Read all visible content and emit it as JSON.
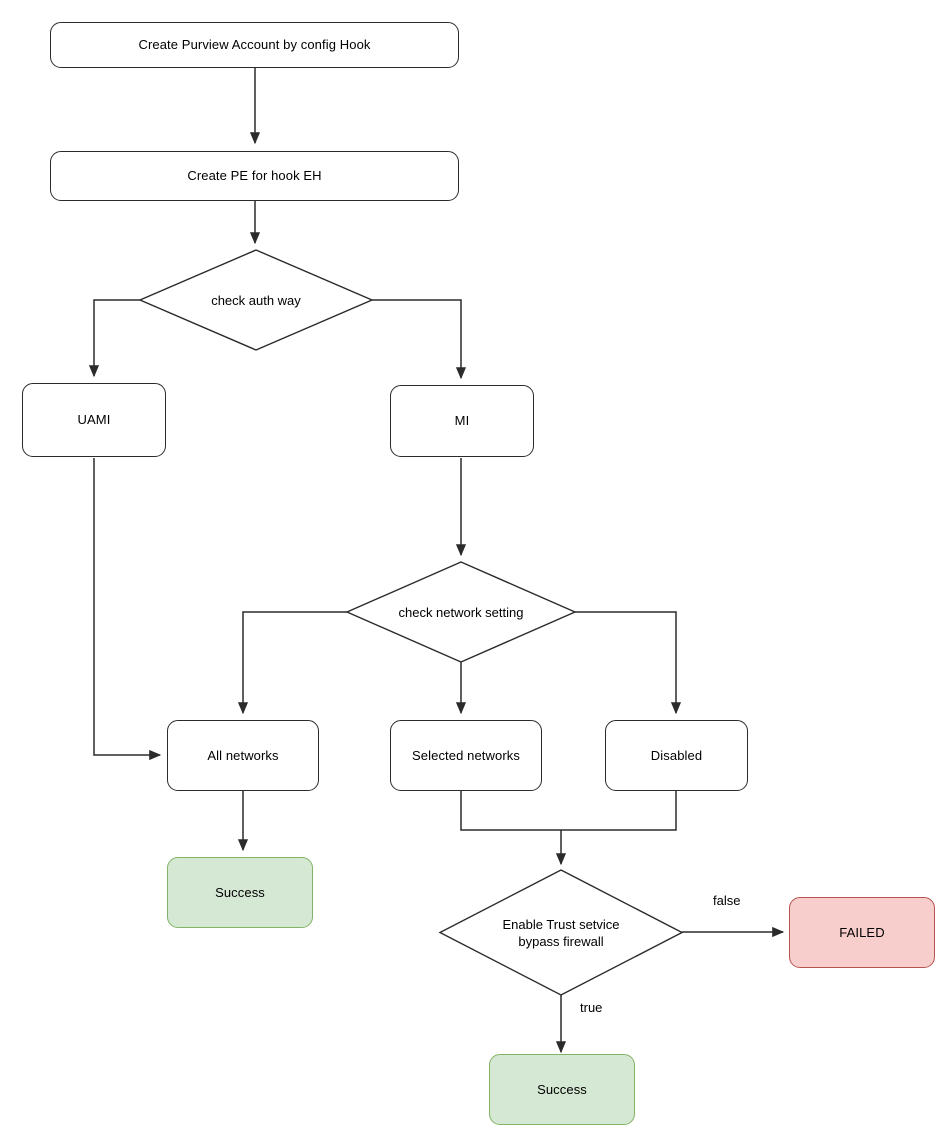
{
  "diagram": {
    "type": "flowchart",
    "title_text": "Create Purview Account by config Hook",
    "colors": {
      "stroke": "#2b2b2b",
      "success_fill": "#d5e8d4",
      "success_stroke": "#82b366",
      "failed_fill": "#f8cecc",
      "failed_stroke": "#b85450",
      "background": "#ffffff"
    },
    "nodes": {
      "create_account": {
        "label": "Create Purview Account by config Hook",
        "shape": "rounded-rect"
      },
      "create_pe": {
        "label": "Create PE for hook EH",
        "shape": "rounded-rect"
      },
      "check_auth": {
        "label": "check auth way",
        "shape": "diamond"
      },
      "uami": {
        "label": "UAMI",
        "shape": "rounded-rect"
      },
      "mi": {
        "label": "MI",
        "shape": "rounded-rect"
      },
      "check_network": {
        "label": "check network setting",
        "shape": "diamond"
      },
      "all_networks": {
        "label": "All networks",
        "shape": "rounded-rect"
      },
      "selected_networks": {
        "label": "Selected networks",
        "shape": "rounded-rect"
      },
      "disabled": {
        "label": "Disabled",
        "shape": "rounded-rect"
      },
      "success_left": {
        "label": "Success",
        "shape": "rounded-rect",
        "status": "success"
      },
      "trust_service": {
        "label_line1": "Enable Trust setvice",
        "label_line2": "bypass firewall",
        "shape": "diamond"
      },
      "failed": {
        "label": "FAILED",
        "shape": "rounded-rect",
        "status": "failed"
      },
      "success_bottom": {
        "label": "Success",
        "shape": "rounded-rect",
        "status": "success"
      }
    },
    "edge_labels": {
      "false": "false",
      "true": "true"
    }
  }
}
